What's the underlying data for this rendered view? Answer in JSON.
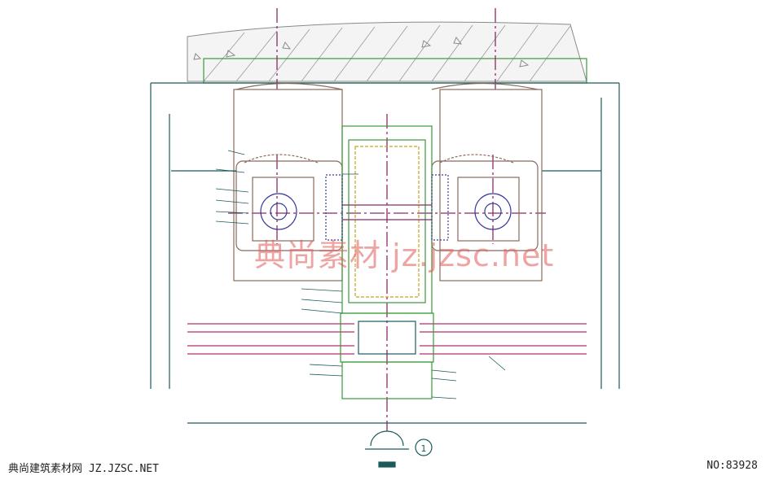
{
  "drawing": {
    "watermark": "典尚素材  jz.jzsc.net",
    "footer_site": "典尚建筑素材网 JZ.JZSC.NET",
    "footer_number": "NO:83928",
    "section_symbol_number": "1",
    "line_colors": {
      "concrete": "#7a7a7a",
      "grid_axis": "#8a2a6a",
      "dimension": "#1a5a5a",
      "frame": "#3a9a3a",
      "glass": "#b0306a",
      "bracket": "#8a6a5a",
      "annotation": "#3a3a9a"
    }
  }
}
